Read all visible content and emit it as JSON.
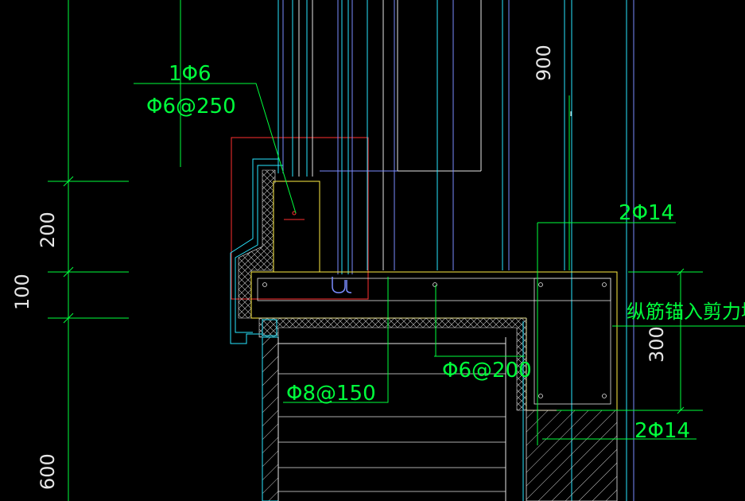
{
  "colors": {
    "background": "#000000",
    "green": "#00ff3c",
    "cyan": "#28e6ff",
    "yellow": "#ffee44",
    "red": "#ff3030",
    "white": "#e6e6e6",
    "blue": "#7a8cff",
    "hatch": "#c8c8c8"
  },
  "labels": {
    "rebar_top_single": "1Φ6",
    "stirrup_top": "Φ6@250",
    "stirrup_slab": "Φ8@150",
    "stirrup_beam": "Φ6@200",
    "rebar_top_beam": "2Φ14",
    "rebar_bottom_beam": "2Φ14",
    "anchor_note": "纵筋锚入剪力墙"
  },
  "dimensions": {
    "dim_900": "900",
    "dim_200": "200",
    "dim_100": "100",
    "dim_300": "300",
    "dim_600": "600"
  }
}
